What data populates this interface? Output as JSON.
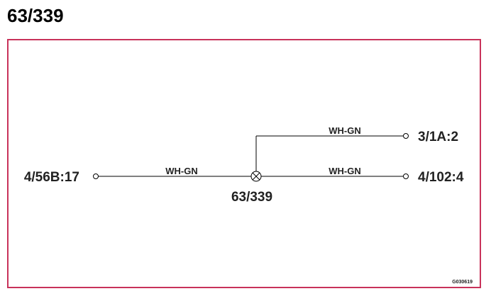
{
  "page": {
    "title": "63/339"
  },
  "diagram": {
    "frame_color": "#c8325a",
    "left_terminal": "4/56B:17",
    "upper_right_terminal": "3/1A:2",
    "lower_right_terminal": "4/102:4",
    "wire_left": "WH-GN",
    "wire_upper_right": "WH-GN",
    "wire_lower_right": "WH-GN",
    "junction_label": "63/339",
    "figure_code": "G030619"
  }
}
